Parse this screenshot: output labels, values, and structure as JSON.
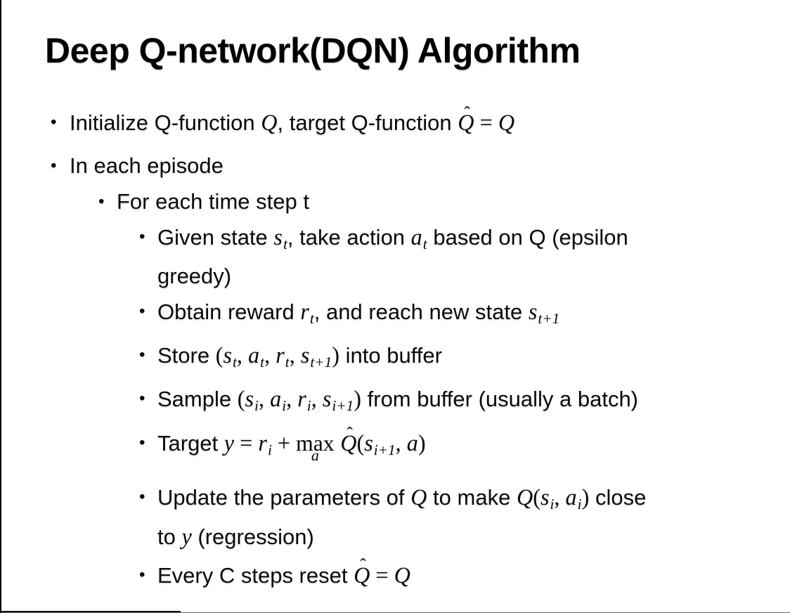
{
  "meta": {
    "bullet_char": "•",
    "hat_char": "ˆ",
    "background_color": "#ffffff",
    "text_color": "#000000"
  },
  "slide": {
    "title": "Deep Q-network(DQN) Algorithm",
    "bullets": [
      {
        "level": 1,
        "runs": [
          {
            "s": "p",
            "text": "Initialize Q-function "
          },
          {
            "s": "v",
            "text": "Q"
          },
          {
            "s": "p",
            "text": ", target Q-function "
          },
          {
            "s": "vh",
            "text": "Q",
            "hat": "ˆ"
          },
          {
            "s": "m",
            "text": " = "
          },
          {
            "s": "v",
            "text": "Q"
          }
        ]
      },
      {
        "level": 1,
        "runs": [
          {
            "s": "p",
            "text": "In each episode"
          }
        ]
      },
      {
        "level": 2,
        "runs": [
          {
            "s": "p",
            "text": "For each time step t"
          }
        ]
      },
      {
        "level": 3,
        "runs": [
          {
            "s": "p",
            "text": "Given state "
          },
          {
            "s": "vs",
            "text": "s",
            "sub": "t"
          },
          {
            "s": "p",
            "text": ", take action "
          },
          {
            "s": "vs",
            "text": "a",
            "sub": "t"
          },
          {
            "s": "p",
            "text": " based on Q (epsilon"
          },
          {
            "s": "br"
          },
          {
            "s": "p",
            "text": "greedy)"
          }
        ]
      },
      {
        "level": 3,
        "runs": [
          {
            "s": "p",
            "text": "Obtain reward "
          },
          {
            "s": "vs",
            "text": "r",
            "sub": "t"
          },
          {
            "s": "p",
            "text": ", and reach new state "
          },
          {
            "s": "vs",
            "text": "s",
            "sub": "t+1"
          }
        ]
      },
      {
        "level": 3,
        "runs": [
          {
            "s": "p",
            "text": "Store "
          },
          {
            "s": "m",
            "text": "("
          },
          {
            "s": "vs",
            "text": "s",
            "sub": "t"
          },
          {
            "s": "m",
            "text": ", "
          },
          {
            "s": "vs",
            "text": "a",
            "sub": "t"
          },
          {
            "s": "m",
            "text": ", "
          },
          {
            "s": "vs",
            "text": "r",
            "sub": "t"
          },
          {
            "s": "m",
            "text": ", "
          },
          {
            "s": "vs",
            "text": "s",
            "sub": "t+1"
          },
          {
            "s": "m",
            "text": ")"
          },
          {
            "s": "p",
            "text": " into buffer"
          }
        ]
      },
      {
        "level": 3,
        "runs": [
          {
            "s": "p",
            "text": "Sample "
          },
          {
            "s": "m",
            "text": "("
          },
          {
            "s": "vs",
            "text": "s",
            "sub": "i"
          },
          {
            "s": "m",
            "text": ", "
          },
          {
            "s": "vs",
            "text": "a",
            "sub": "i"
          },
          {
            "s": "m",
            "text": ", "
          },
          {
            "s": "vs",
            "text": "r",
            "sub": "i"
          },
          {
            "s": "m",
            "text": ", "
          },
          {
            "s": "vs",
            "text": "s",
            "sub": "i+1"
          },
          {
            "s": "m",
            "text": ")"
          },
          {
            "s": "p",
            "text": " from buffer (usually a batch)"
          }
        ]
      },
      {
        "level": 3,
        "runs": [
          {
            "s": "p",
            "text": "Target "
          },
          {
            "s": "v",
            "text": "y"
          },
          {
            "s": "m",
            "text": " = "
          },
          {
            "s": "vs",
            "text": "r",
            "sub": "i"
          },
          {
            "s": "m",
            "text": " + "
          },
          {
            "s": "mu",
            "text": "max",
            "under": "a"
          },
          {
            "s": "p",
            "text": " "
          },
          {
            "s": "vh",
            "text": "Q",
            "hat": "ˆ"
          },
          {
            "s": "m",
            "text": "("
          },
          {
            "s": "vs",
            "text": "s",
            "sub": "i+1"
          },
          {
            "s": "m",
            "text": ", "
          },
          {
            "s": "v",
            "text": "a"
          },
          {
            "s": "m",
            "text": ")"
          }
        ]
      },
      {
        "level": 3,
        "runs": [
          {
            "s": "p",
            "text": "Update the parameters of "
          },
          {
            "s": "v",
            "text": "Q"
          },
          {
            "s": "p",
            "text": " to make "
          },
          {
            "s": "v",
            "text": "Q"
          },
          {
            "s": "m",
            "text": "("
          },
          {
            "s": "vs",
            "text": "s",
            "sub": "i"
          },
          {
            "s": "m",
            "text": ", "
          },
          {
            "s": "vs",
            "text": "a",
            "sub": "i"
          },
          {
            "s": "m",
            "text": ")"
          },
          {
            "s": "p",
            "text": " close"
          },
          {
            "s": "br"
          },
          {
            "s": "p",
            "text": "to "
          },
          {
            "s": "v",
            "text": "y"
          },
          {
            "s": "p",
            "text": " (regression)"
          }
        ]
      },
      {
        "level": 3,
        "runs": [
          {
            "s": "p",
            "text": "Every C steps reset "
          },
          {
            "s": "vh",
            "text": "Q",
            "hat": "ˆ"
          },
          {
            "s": "m",
            "text": " = "
          },
          {
            "s": "v",
            "text": "Q"
          }
        ]
      }
    ]
  }
}
